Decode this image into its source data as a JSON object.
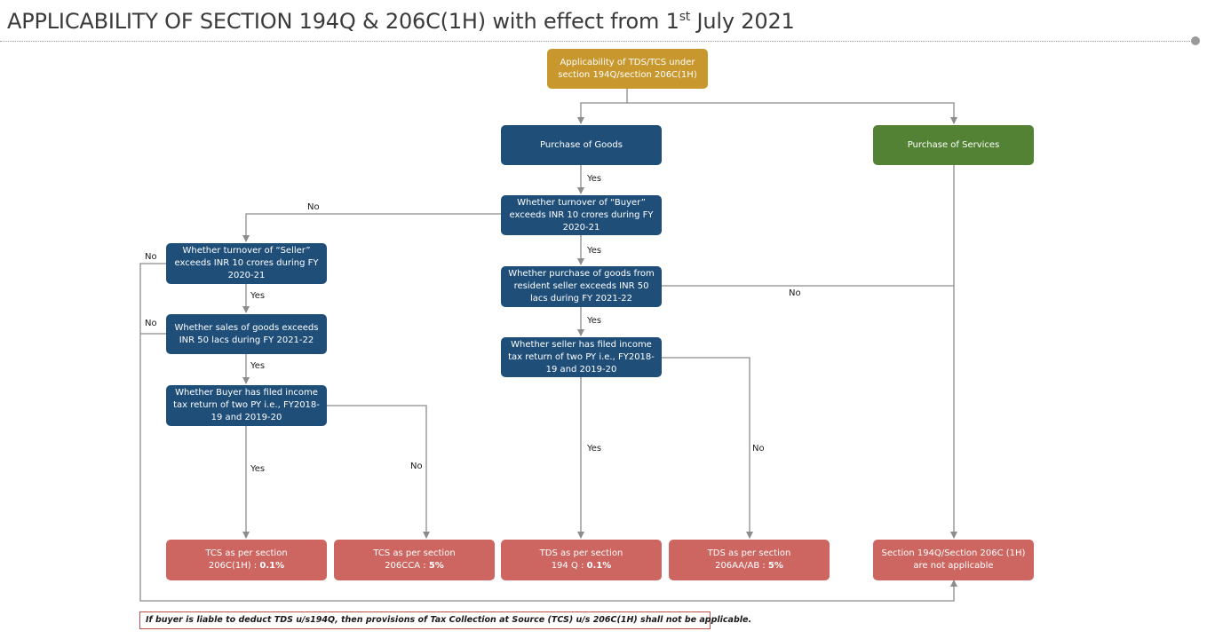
{
  "header": {
    "title_main": "APPLICABILITY OF SECTION 194Q & 206C(1H) with effect from 1",
    "title_sup": "st",
    "title_tail": " July 2021"
  },
  "nodes": {
    "root": "Applicability of TDS/TCS under section 194Q/section 206C(1H)",
    "goods": "Purchase of Goods",
    "services": "Purchase of Services",
    "buyer_turnover": "Whether turnover of “Buyer” exceeds INR 10 crores during FY 2020-21",
    "seller_turnover": "Whether turnover of “Seller” exceeds INR 10 crores during FY 2020-21",
    "purchase_goods": "Whether purchase of goods from resident seller exceeds INR 50 lacs during FY 2021-22",
    "sales_goods": "Whether sales of goods exceeds INR 50 lacs during FY 2021-22",
    "seller_itr": "Whether seller has filed income tax return of two PY i.e., FY2018-19 and 2019-20",
    "buyer_itr": "Whether Buyer has filed income tax return of two PY i.e., FY2018-19 and 2019-20",
    "tcs_206c1h_label": "TCS as per section",
    "tcs_206c1h_sec": "206C(1H) : ",
    "tcs_206c1h_rate": "0.1%",
    "tcs_206cca_label": "TCS as per section",
    "tcs_206cca_sec": "206CCA : ",
    "tcs_206cca_rate": "5%",
    "tds_194q_label": "TDS as per section",
    "tds_194q_sec": "194 Q : ",
    "tds_194q_rate": "0.1%",
    "tds_206aa_label": "TDS as per section",
    "tds_206aa_sec": "206AA/AB : ",
    "tds_206aa_rate": "5%",
    "not_applicable": "Section 194Q/Section 206C (1H) are not applicable"
  },
  "edge_labels": {
    "goods_yes": "Yes",
    "buyer_no": "No",
    "buyer_yes": "Yes",
    "seller_turnover_no": "No",
    "seller_turnover_yes": "Yes",
    "purchase_no": "No",
    "purchase_yes": "Yes",
    "sales_no": "No",
    "sales_yes": "Yes",
    "buyer_itr_yes": "Yes",
    "buyer_itr_no": "No",
    "seller_itr_yes": "Yes",
    "seller_itr_no": "No"
  },
  "footnote": "If buyer is liable to deduct TDS u/s194Q, then provisions of Tax Collection at Source (TCS) u/s 206C(1H) shall not be applicable.",
  "colors": {
    "root": "#c8972d",
    "decision": "#1f4e79",
    "services": "#548235",
    "outcome": "#cd6660",
    "connector": "#8c8c8c"
  }
}
